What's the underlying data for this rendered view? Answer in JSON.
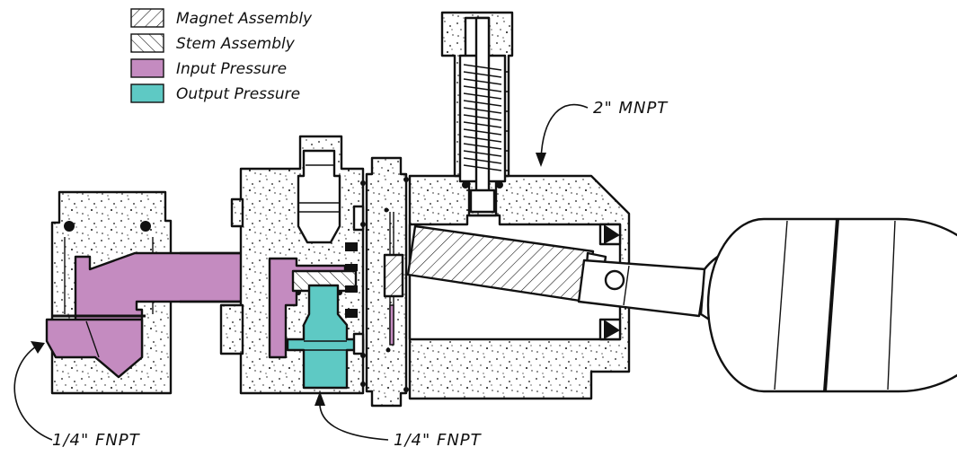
{
  "legend": {
    "items": [
      {
        "label": "Magnet Assembly",
        "pattern": "hatch-magnet"
      },
      {
        "label": "Stem Assembly",
        "pattern": "hatch-stem"
      },
      {
        "label": "Input Pressure",
        "color": "#c48bc0"
      },
      {
        "label": "Output Pressure",
        "color": "#5ec9c4"
      }
    ]
  },
  "callouts": {
    "top_port": "2\" MNPT",
    "inlet_port": "1/4\" FNPT",
    "outlet_port": "1/4\" FNPT"
  },
  "colors": {
    "input_pressure": "#c48bc0",
    "output_pressure": "#5ec9c4",
    "outline": "#111111",
    "body_fill": "#ffffff"
  }
}
